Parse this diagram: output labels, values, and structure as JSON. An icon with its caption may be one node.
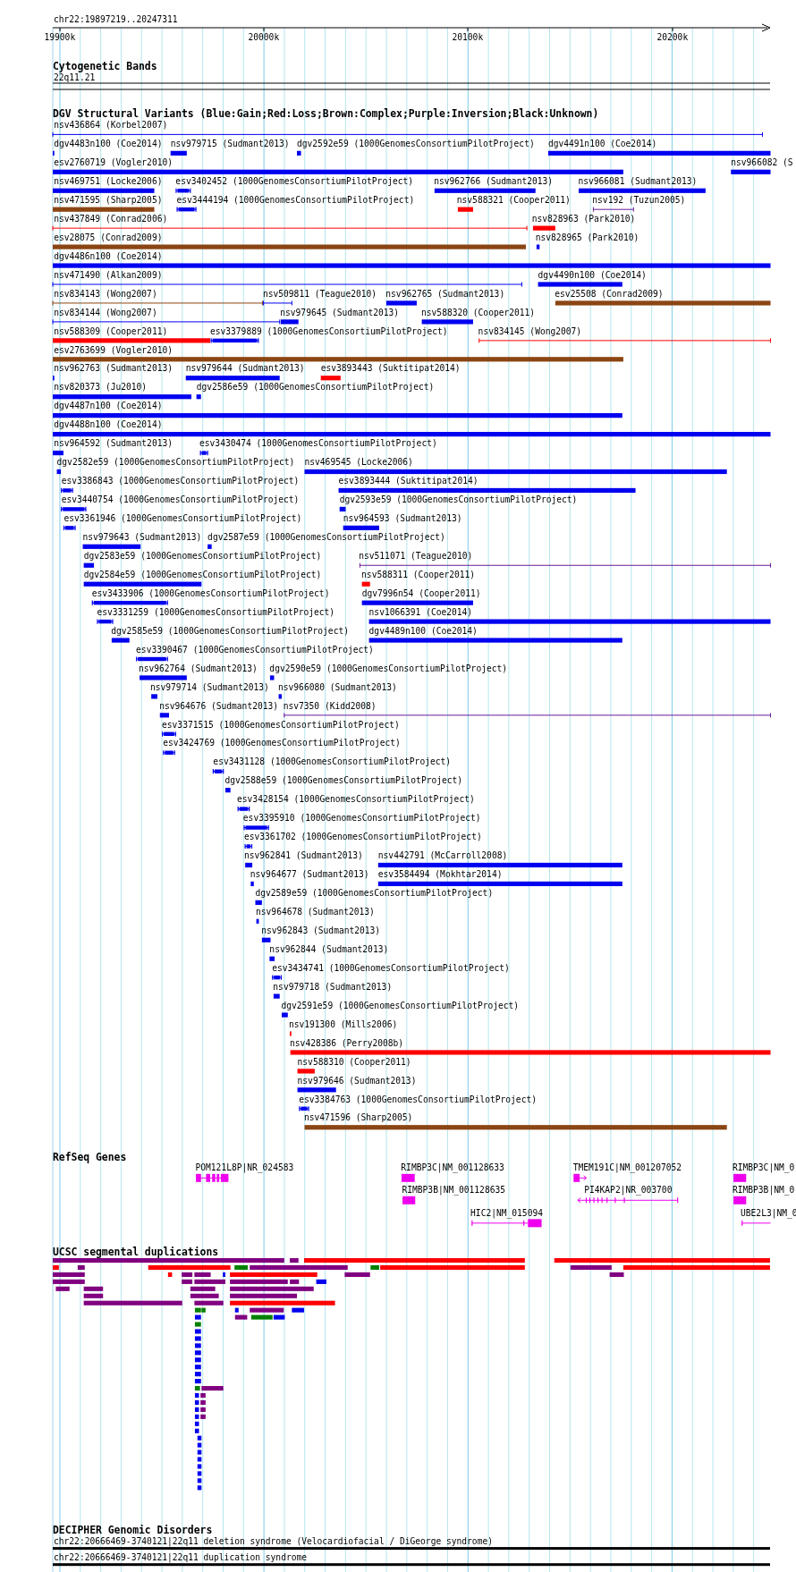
{
  "diagram": {
    "labels": [
      "chr22:19897219..20247311",
      "19900k",
      "20000k",
      "20100k",
      "20200k",
      "Cytogenetic Bands",
      "22q11.21",
      "DGV Structural Variants (Blue:Gain;Red:Loss;Brown:Complex;Purple:Inversion;Black:Unknown)",
      "nsv436864 (Korbel2007)",
      "dgv4483n100 (Coe2014)",
      "nsv979715 (Sudmant2013)",
      "dgv2592e59 (1000GenomesConsortiumPilotProject)",
      "dgv4491n100 (Coe2014)",
      "esv2760719 (Vogler2010)",
      "nsv966082 (S",
      "nsv469751 (Locke2006)",
      "esv3402452 (1000GenomesConsortiumPilotProject)",
      "nsv962766 (Sudmant2013)",
      "nsv966081 (Sudmant2013)",
      "nsv471595 (Sharp2005)",
      "esv3444194 (1000GenomesConsortiumPilotProject)",
      "nsv588321 (Cooper2011)",
      "nsv192 (Tuzun2005)",
      "nsv437849 (Conrad2006)",
      "nsv828963 (Park2010)",
      "esv28075 (Conrad2009)",
      "nsv828965 (Park2010)",
      "dgv4486n100 (Coe2014)",
      "nsv471490 (Alkan2009)",
      "dgv4490n100 (Coe2014)",
      "nsv834143 (Wong2007)",
      "nsv509811 (Teague2010)",
      "nsv962765 (Sudmant2013)",
      "esv25508 (Conrad2009)",
      "nsv834144 (Wong2007)",
      "nsv979645 (Sudmant2013)",
      "nsv588320 (Cooper2011)",
      "nsv588309 (Cooper2011)",
      "esv3379889 (1000GenomesConsortiumPilotProject)",
      "nsv834145 (Wong2007)",
      "esv2763699 (Vogler2010)",
      "nsv962763 (Sudmant2013)",
      "nsv979644 (Sudmant2013)",
      "esv3893443 (Suktitipat2014)",
      "nsv820373 (Ju2010)",
      "dgv2586e59 (1000GenomesConsortiumPilotProject)",
      "dgv4487n100 (Coe2014)",
      "dgv4488n100 (Coe2014)",
      "nsv964592 (Sudmant2013)",
      "esv3430474 (1000GenomesConsortiumPilotProject)",
      "dgv2582e59 (1000GenomesConsortiumPilotProject)",
      "nsv469545 (Locke2006)",
      "esv3386843 (1000GenomesConsortiumPilotProject)",
      "esv3893444 (Suktitipat2014)",
      "esv3440754 (1000GenomesConsortiumPilotProject)",
      "dgv2593e59 (1000GenomesConsortiumPilotProject)",
      "esv3361946 (1000GenomesConsortiumPilotProject)",
      "nsv964593 (Sudmant2013)",
      "nsv979643 (Sudmant2013)",
      "dgv2587e59 (1000GenomesConsortiumPilotProject)",
      "dgv2583e59 (1000GenomesConsortiumPilotProject)",
      "nsv511071 (Teague2010)",
      "dgv2584e59 (1000GenomesConsortiumPilotProject)",
      "nsv588311 (Cooper2011)",
      "esv3433906 (1000GenomesConsortiumPilotProject)",
      "dgv7996n54 (Cooper2011)",
      "esv3331259 (1000GenomesConsortiumPilotProject)",
      "nsv1066391 (Coe2014)",
      "dgv2585e59 (1000GenomesConsortiumPilotProject)",
      "dgv4489n100 (Coe2014)",
      "esv3390467 (1000GenomesConsortiumPilotProject)",
      "nsv962764 (Sudmant2013)",
      "dgv2590e59 (1000GenomesConsortiumPilotProject)",
      "nsv979714 (Sudmant2013)",
      "nsv966080 (Sudmant2013)",
      "nsv964676 (Sudmant2013)",
      "nsv7350 (Kidd2008)",
      "esv3371515 (1000GenomesConsortiumPilotProject)",
      "esv3424769 (1000GenomesConsortiumPilotProject)",
      "esv3431128 (1000GenomesConsortiumPilotProject)",
      "dgv2588e59 (1000GenomesConsortiumPilotProject)",
      "esv3428154 (1000GenomesConsortiumPilotProject)",
      "esv3395910 (1000GenomesConsortiumPilotProject)",
      "esv3361702 (1000GenomesConsortiumPilotProject)",
      "nsv962841 (Sudmant2013)",
      "nsv442791 (McCarroll2008)",
      "nsv964677 (Sudmant2013)",
      "esv3584494 (Mokhtar2014)",
      "dgv2589e59 (1000GenomesConsortiumPilotProject)",
      "nsv964678 (Sudmant2013)",
      "nsv962843 (Sudmant2013)",
      "nsv962844 (Sudmant2013)",
      "esv3434741 (1000GenomesConsortiumPilotProject)",
      "nsv979718 (Sudmant2013)",
      "dgv2591e59 (1000GenomesConsortiumPilotProject)",
      "nsv191300 (Mills2006)",
      "nsv428386 (Perry2008b)",
      "nsv588310 (Cooper2011)",
      "nsv979646 (Sudmant2013)",
      "esv3384763 (1000GenomesConsortiumPilotProject)",
      "nsv471596 (Sharp2005)",
      "RefSeq Genes",
      "POM121L8P|NR_024583",
      "RIMBP3C|NM_001128633",
      "RIMBP3B|NM_001128635",
      "HIC2|NM_015094",
      "TMEM191C|NM_001207052",
      "PI4KAP2|NR_003700",
      "RIMBP3C|NM_0",
      "RIMBP3B|NM_0",
      "UBE2L3|NM_0",
      "UCSC segmental duplications",
      "DECIPHER Genomic Disorders",
      "chr22:20666469-3740121|22q11 deletion syndrome (Velocardiofacial / DiGeorge syndrome)",
      "chr22:20666469-3740121|22q11 duplication syndrome"
    ]
  }
}
